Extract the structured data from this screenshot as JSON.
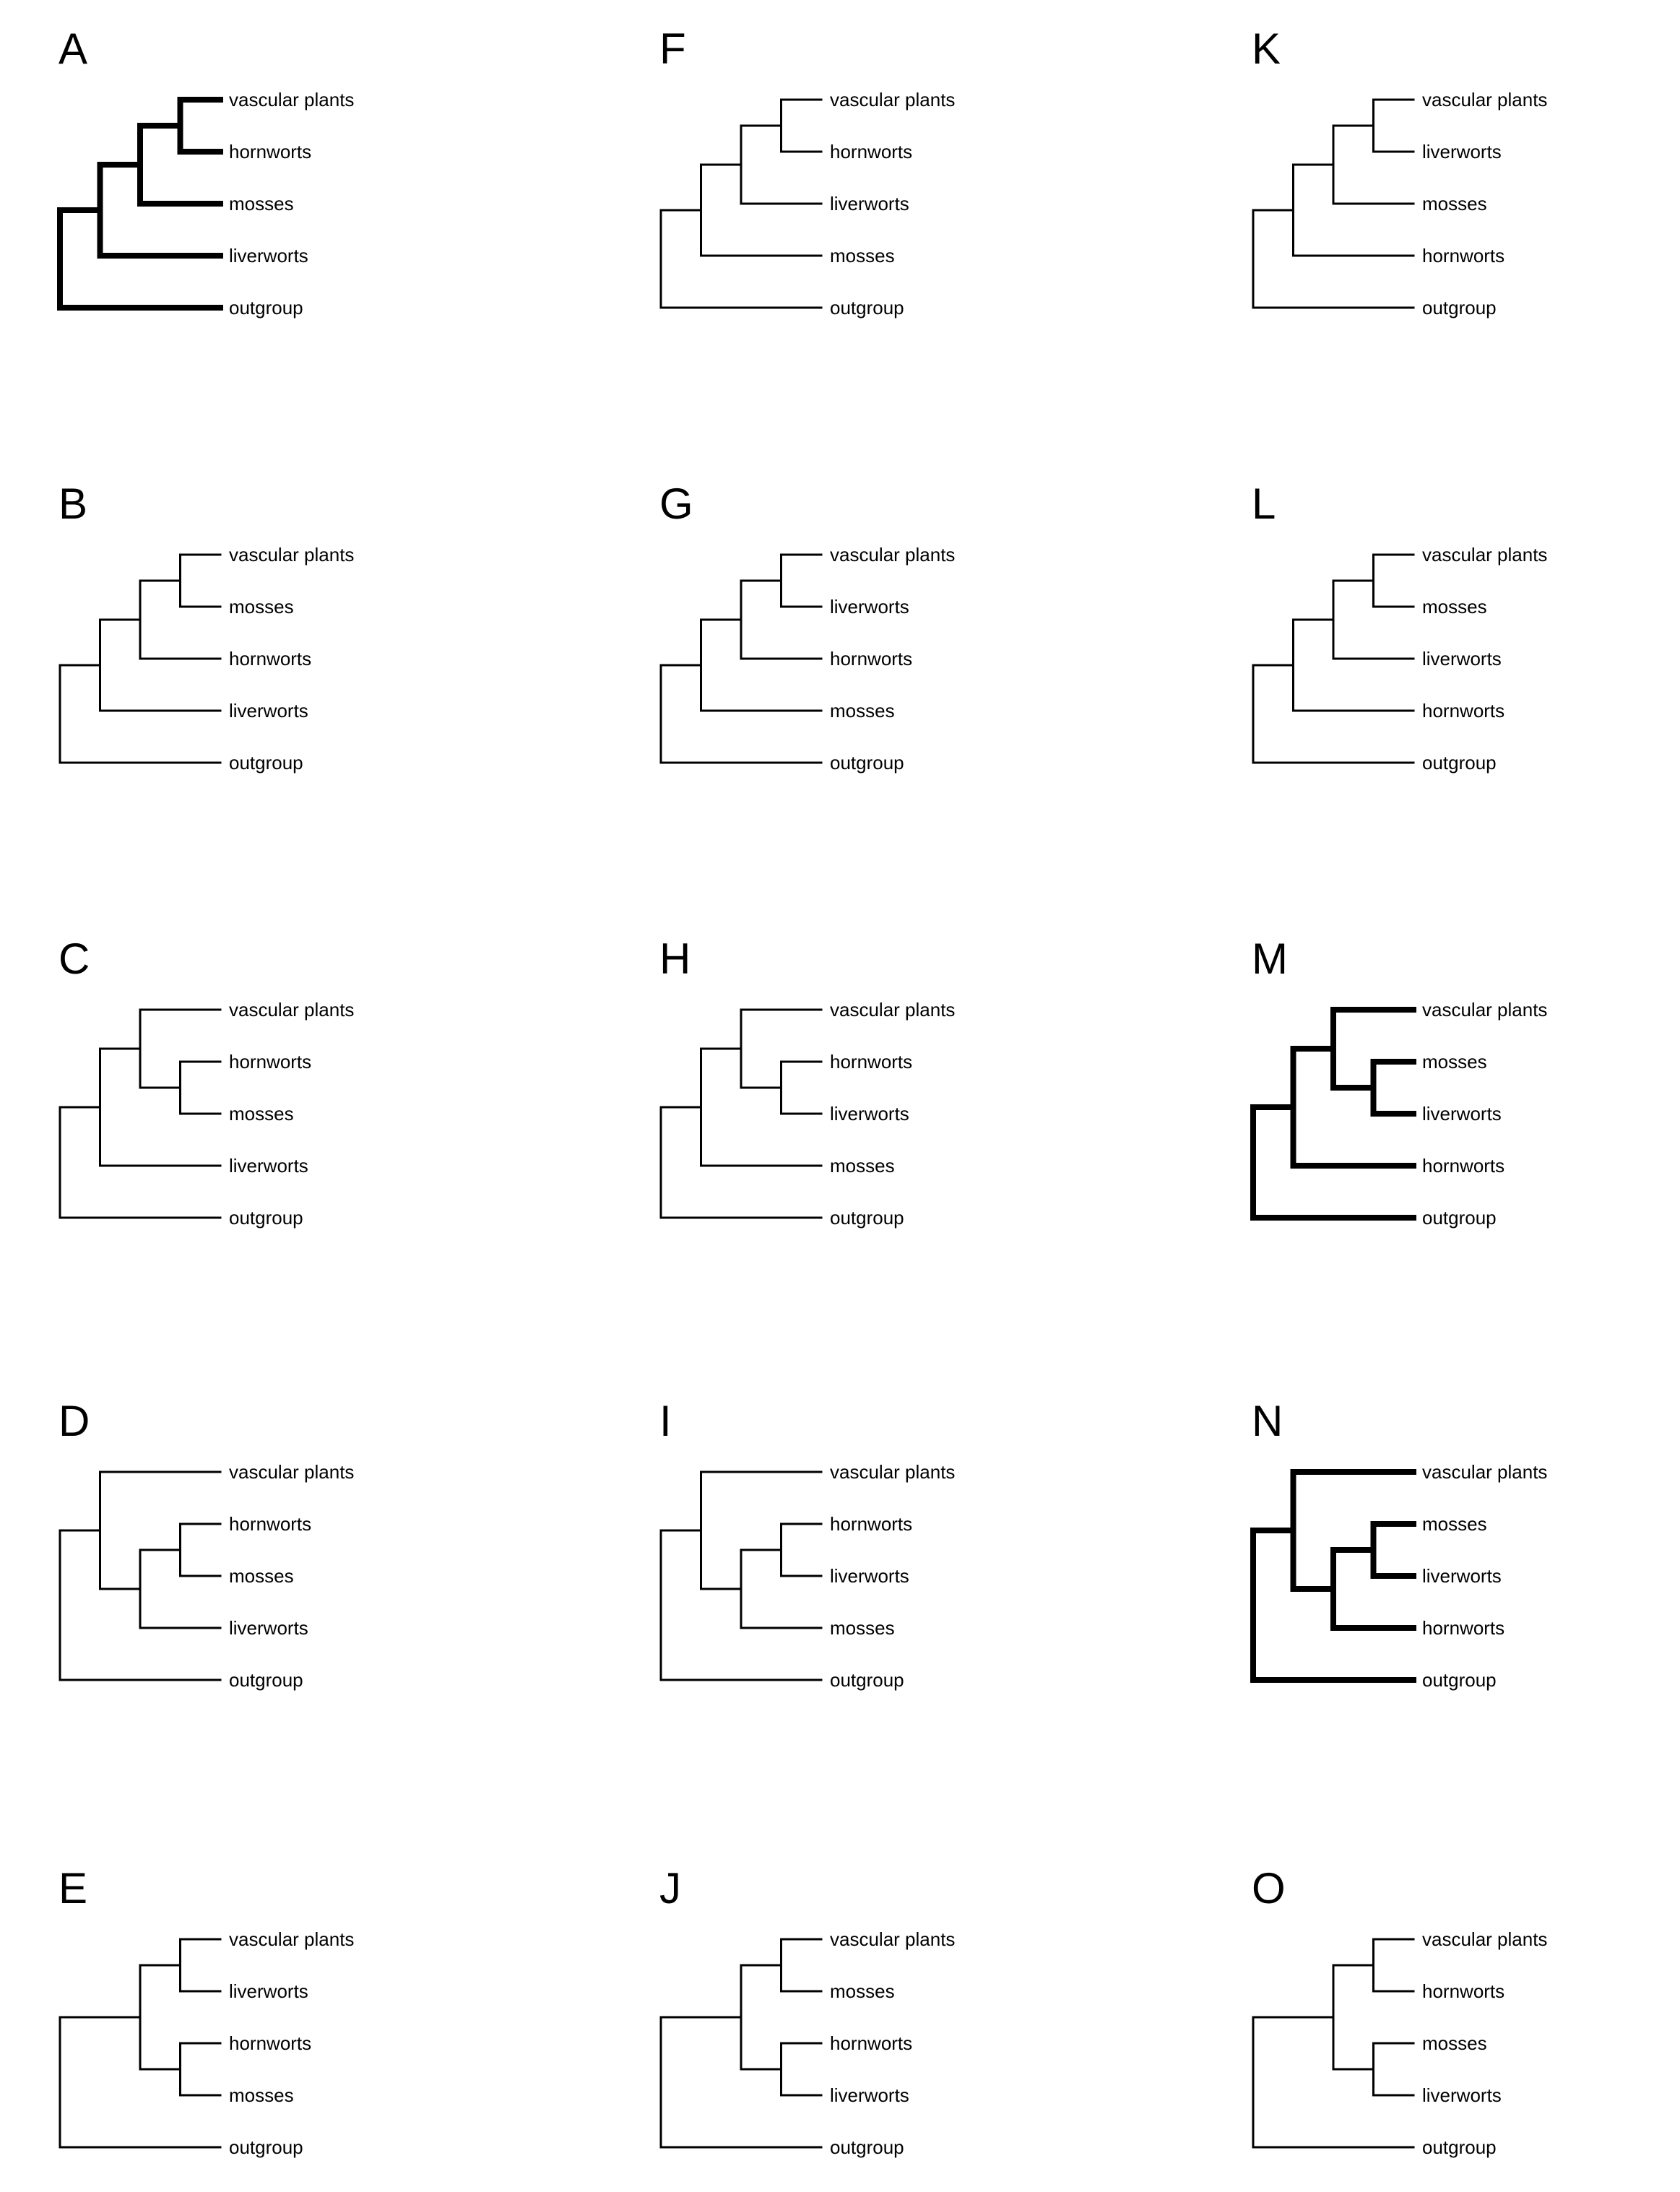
{
  "figure": {
    "description_visible_text_only": true,
    "background_color": "#ffffff",
    "line_color": "#000000",
    "grid": {
      "rows": 5,
      "cols": 3,
      "order": "row-major"
    },
    "bold_panels": [
      "A",
      "M",
      "N"
    ]
  },
  "panels": [
    {
      "label": "A",
      "bold": true,
      "grid": {
        "row": 1,
        "col": 1
      },
      "newick": "((((vascular plants,hornworts),mosses),liverworts),outgroup)",
      "topology": [
        [
          [
            [
              "vascular plants",
              "hornworts"
            ],
            "mosses"
          ],
          "liverworts"
        ],
        "outgroup"
      ],
      "tip_order": [
        "vascular plants",
        "hornworts",
        "mosses",
        "liverworts",
        "outgroup"
      ]
    },
    {
      "label": "F",
      "bold": false,
      "grid": {
        "row": 1,
        "col": 2
      },
      "newick": "((((vascular plants,hornworts),liverworts),mosses),outgroup)",
      "topology": [
        [
          [
            [
              "vascular plants",
              "hornworts"
            ],
            "liverworts"
          ],
          "mosses"
        ],
        "outgroup"
      ],
      "tip_order": [
        "vascular plants",
        "hornworts",
        "liverworts",
        "mosses",
        "outgroup"
      ]
    },
    {
      "label": "K",
      "bold": false,
      "grid": {
        "row": 1,
        "col": 3
      },
      "newick": "((((vascular plants,liverworts),mosses),hornworts),outgroup)",
      "topology": [
        [
          [
            [
              "vascular plants",
              "liverworts"
            ],
            "mosses"
          ],
          "hornworts"
        ],
        "outgroup"
      ],
      "tip_order": [
        "vascular plants",
        "liverworts",
        "mosses",
        "hornworts",
        "outgroup"
      ]
    },
    {
      "label": "B",
      "bold": false,
      "grid": {
        "row": 2,
        "col": 1
      },
      "newick": "((((vascular plants,mosses),hornworts),liverworts),outgroup)",
      "topology": [
        [
          [
            [
              "vascular plants",
              "mosses"
            ],
            "hornworts"
          ],
          "liverworts"
        ],
        "outgroup"
      ],
      "tip_order": [
        "vascular plants",
        "mosses",
        "hornworts",
        "liverworts",
        "outgroup"
      ]
    },
    {
      "label": "G",
      "bold": false,
      "grid": {
        "row": 2,
        "col": 2
      },
      "newick": "((((vascular plants,liverworts),hornworts),mosses),outgroup)",
      "topology": [
        [
          [
            [
              "vascular plants",
              "liverworts"
            ],
            "hornworts"
          ],
          "mosses"
        ],
        "outgroup"
      ],
      "tip_order": [
        "vascular plants",
        "liverworts",
        "hornworts",
        "mosses",
        "outgroup"
      ]
    },
    {
      "label": "L",
      "bold": false,
      "grid": {
        "row": 2,
        "col": 3
      },
      "newick": "((((vascular plants,mosses),liverworts),hornworts),outgroup)",
      "topology": [
        [
          [
            [
              "vascular plants",
              "mosses"
            ],
            "liverworts"
          ],
          "hornworts"
        ],
        "outgroup"
      ],
      "tip_order": [
        "vascular plants",
        "mosses",
        "liverworts",
        "hornworts",
        "outgroup"
      ]
    },
    {
      "label": "C",
      "bold": false,
      "grid": {
        "row": 3,
        "col": 1
      },
      "newick": "(((vascular plants,(hornworts,mosses)),liverworts),outgroup)",
      "topology": [
        [
          [
            "vascular plants",
            [
              "hornworts",
              "mosses"
            ]
          ],
          "liverworts"
        ],
        "outgroup"
      ],
      "tip_order": [
        "vascular plants",
        "hornworts",
        "mosses",
        "liverworts",
        "outgroup"
      ]
    },
    {
      "label": "H",
      "bold": false,
      "grid": {
        "row": 3,
        "col": 2
      },
      "newick": "(((vascular plants,(hornworts,liverworts)),mosses),outgroup)",
      "topology": [
        [
          [
            "vascular plants",
            [
              "hornworts",
              "liverworts"
            ]
          ],
          "mosses"
        ],
        "outgroup"
      ],
      "tip_order": [
        "vascular plants",
        "hornworts",
        "liverworts",
        "mosses",
        "outgroup"
      ]
    },
    {
      "label": "M",
      "bold": true,
      "grid": {
        "row": 3,
        "col": 3
      },
      "newick": "(((vascular plants,(mosses,liverworts)),hornworts),outgroup)",
      "topology": [
        [
          [
            "vascular plants",
            [
              "mosses",
              "liverworts"
            ]
          ],
          "hornworts"
        ],
        "outgroup"
      ],
      "tip_order": [
        "vascular plants",
        "mosses",
        "liverworts",
        "hornworts",
        "outgroup"
      ]
    },
    {
      "label": "D",
      "bold": false,
      "grid": {
        "row": 4,
        "col": 1
      },
      "newick": "((vascular plants,((hornworts,mosses),liverworts)),outgroup)",
      "topology": [
        [
          "vascular plants",
          [
            [
              "hornworts",
              "mosses"
            ],
            "liverworts"
          ]
        ],
        "outgroup"
      ],
      "tip_order": [
        "vascular plants",
        "hornworts",
        "mosses",
        "liverworts",
        "outgroup"
      ]
    },
    {
      "label": "I",
      "bold": false,
      "grid": {
        "row": 4,
        "col": 2
      },
      "newick": "((vascular plants,((hornworts,liverworts),mosses)),outgroup)",
      "topology": [
        [
          "vascular plants",
          [
            [
              "hornworts",
              "liverworts"
            ],
            "mosses"
          ]
        ],
        "outgroup"
      ],
      "tip_order": [
        "vascular plants",
        "hornworts",
        "liverworts",
        "mosses",
        "outgroup"
      ]
    },
    {
      "label": "N",
      "bold": true,
      "grid": {
        "row": 4,
        "col": 3
      },
      "newick": "((vascular plants,((mosses,liverworts),hornworts)),outgroup)",
      "topology": [
        [
          "vascular plants",
          [
            [
              "mosses",
              "liverworts"
            ],
            "hornworts"
          ]
        ],
        "outgroup"
      ],
      "tip_order": [
        "vascular plants",
        "mosses",
        "liverworts",
        "hornworts",
        "outgroup"
      ]
    },
    {
      "label": "E",
      "bold": false,
      "grid": {
        "row": 5,
        "col": 1
      },
      "newick": "(((vascular plants,liverworts),(hornworts,mosses)),outgroup)",
      "topology": [
        [
          [
            "vascular plants",
            "liverworts"
          ],
          [
            "hornworts",
            "mosses"
          ]
        ],
        "outgroup"
      ],
      "tip_order": [
        "vascular plants",
        "liverworts",
        "hornworts",
        "mosses",
        "outgroup"
      ]
    },
    {
      "label": "J",
      "bold": false,
      "grid": {
        "row": 5,
        "col": 2
      },
      "newick": "(((vascular plants,mosses),(hornworts,liverworts)),outgroup)",
      "topology": [
        [
          [
            "vascular plants",
            "mosses"
          ],
          [
            "hornworts",
            "liverworts"
          ]
        ],
        "outgroup"
      ],
      "tip_order": [
        "vascular plants",
        "mosses",
        "hornworts",
        "liverworts",
        "outgroup"
      ]
    },
    {
      "label": "O",
      "bold": false,
      "grid": {
        "row": 5,
        "col": 3
      },
      "newick": "(((vascular plants,hornworts),(mosses,liverworts)),outgroup)",
      "topology": [
        [
          [
            "vascular plants",
            "hornworts"
          ],
          [
            "mosses",
            "liverworts"
          ]
        ],
        "outgroup"
      ],
      "tip_order": [
        "vascular plants",
        "hornworts",
        "mosses",
        "liverworts",
        "outgroup"
      ]
    }
  ]
}
